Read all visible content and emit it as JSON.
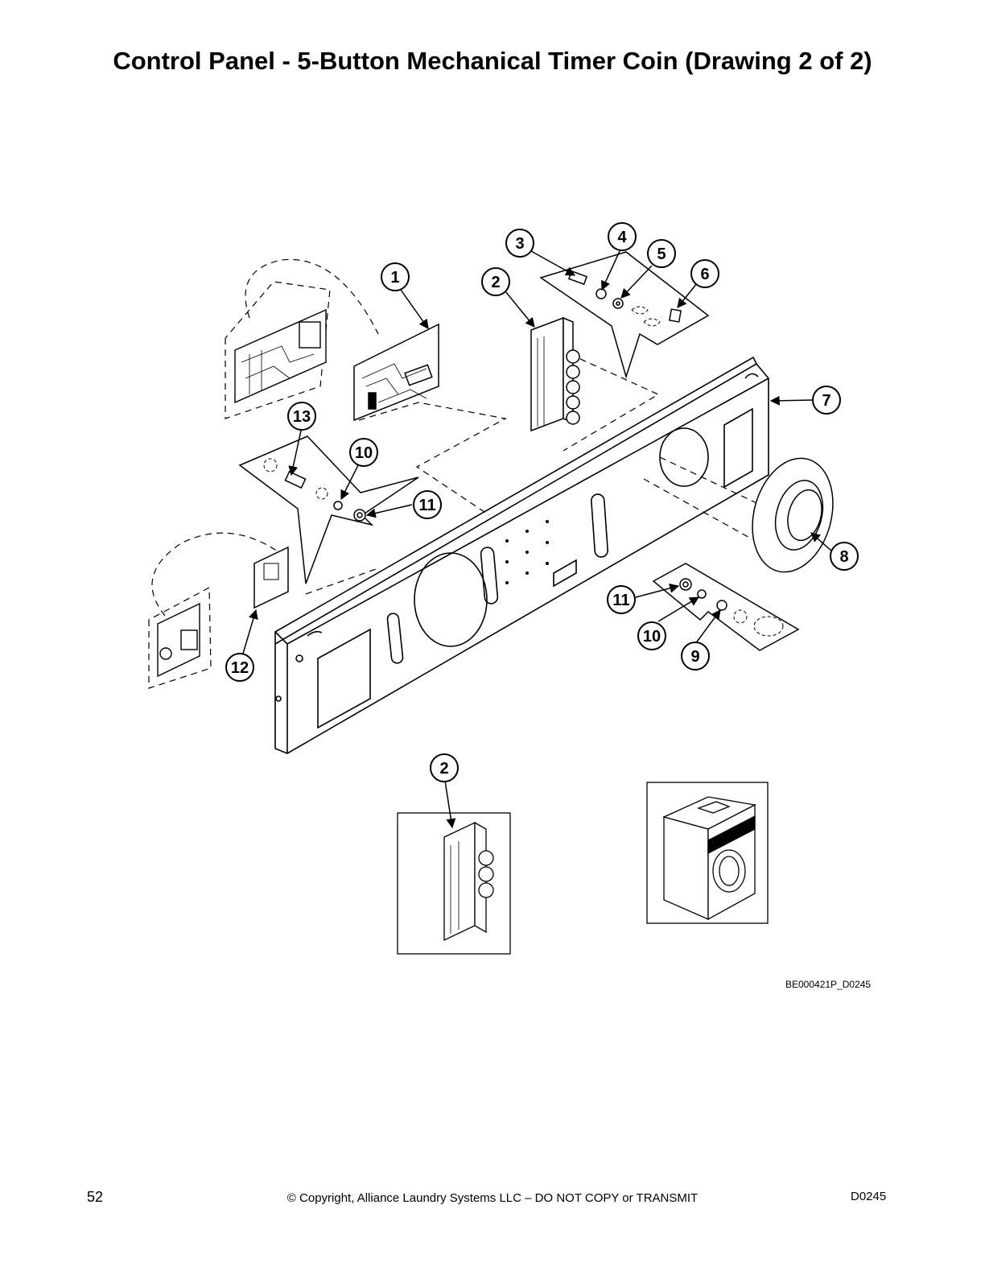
{
  "page": {
    "title": "Control Panel - 5-Button Mechanical Timer Coin (Drawing 2 of 2)",
    "drawing_code": "BE000421P_D0245",
    "page_number": "52",
    "copyright": "© Copyright, Alliance Laundry Systems LLC – DO NOT COPY or TRANSMIT",
    "doc_code": "D0245"
  },
  "callouts": [
    {
      "id": "c1",
      "label": "1"
    },
    {
      "id": "c2",
      "label": "2"
    },
    {
      "id": "c3",
      "label": "3"
    },
    {
      "id": "c4",
      "label": "4"
    },
    {
      "id": "c5",
      "label": "5"
    },
    {
      "id": "c6",
      "label": "6"
    },
    {
      "id": "c7",
      "label": "7"
    },
    {
      "id": "c8",
      "label": "8"
    },
    {
      "id": "c9",
      "label": "9"
    },
    {
      "id": "c10a",
      "label": "10"
    },
    {
      "id": "c10b",
      "label": "10"
    },
    {
      "id": "c11a",
      "label": "11"
    },
    {
      "id": "c11b",
      "label": "11"
    },
    {
      "id": "c12",
      "label": "12"
    },
    {
      "id": "c13",
      "label": "13"
    },
    {
      "id": "c2b",
      "label": "2"
    }
  ]
}
